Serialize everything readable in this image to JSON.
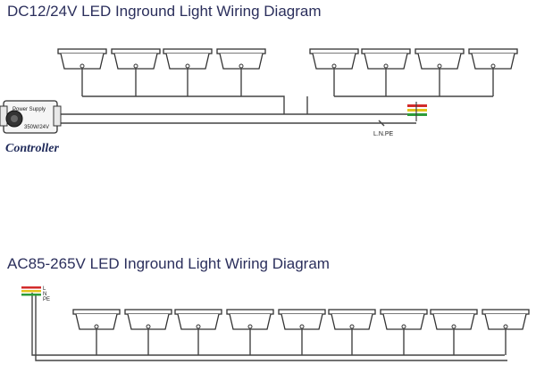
{
  "dc_section": {
    "title": "DC12/24V LED Inground Light Wiring Diagram",
    "controller_label": "Controller",
    "power_supply": {
      "line1": "Power Supply",
      "line2": "350W/24V"
    },
    "terminal_label": "L.N.PE",
    "light_count": 8
  },
  "ac_section": {
    "title": "AC85-265V LED Inground Light Wiring Diagram",
    "terminal_labels": [
      "L",
      "N",
      "PE"
    ],
    "light_count": 9
  },
  "colors": {
    "title_text": "#2b2f5c",
    "controller_text": "#1f2a5a",
    "wire": "#444444",
    "terminal_red": "#d22b2b",
    "terminal_yellow": "#e3c21a",
    "terminal_green": "#2c9c3a"
  },
  "icons": {
    "light": "inground-light-icon",
    "power_supply": "power-supply-icon",
    "terminal": "terminal-block-icon"
  }
}
